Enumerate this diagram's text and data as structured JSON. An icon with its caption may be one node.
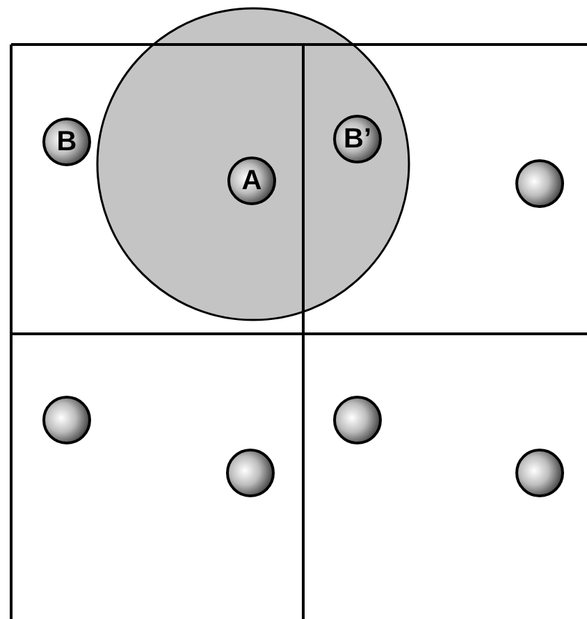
{
  "diagram": {
    "nodes": [
      {
        "text": [
          "B"
        ]
      },
      {
        "text": [
          "A"
        ]
      },
      {
        "text": [
          "B’"
        ]
      },
      {
        "text": [],
        "shape": "circle"
      },
      {
        "text": [],
        "shape": "circle"
      },
      {
        "text": [],
        "shape": "circle"
      },
      {
        "text": [],
        "shape": "circle"
      },
      {
        "text": [],
        "shape": "circle"
      }
    ]
  }
}
